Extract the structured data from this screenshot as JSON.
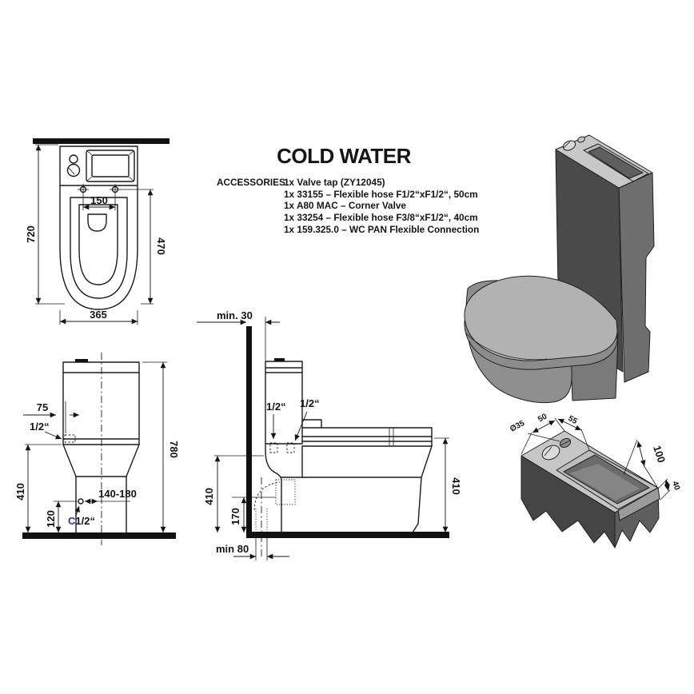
{
  "title": "COLD WATER",
  "accessories": {
    "label": "ACCESSORIES:",
    "items": [
      "1x Valve tap (ZY12045)",
      "1x 33155 – Flexible hose F1/2“xF1/2“, 50cm",
      "1x A80 MAC – Corner Valve",
      "1x 33254 – Flexible hose F3/8“xF1/2“, 40cm",
      "1x 159.325.0 – WC PAN Flexible Connection"
    ]
  },
  "views": {
    "plan": {
      "depth": "720",
      "hole_spacing": "150",
      "hole_to_front": "470",
      "width": "365"
    },
    "front": {
      "tap_offset": "75",
      "tap_size": "1/2“",
      "height_cistern": "410",
      "inlet_height": "120",
      "inlet_range": "140-180",
      "inlet_prefix": "C",
      "inlet_size": "1/2“",
      "height_total": "780"
    },
    "side": {
      "wall_gap": "min. 30",
      "hose_left": "1/2“",
      "hose_right": "1/2“",
      "height_rear": "410",
      "outlet_height": "170",
      "outlet_gap": "min 80",
      "height_seat": "410"
    },
    "detail": {
      "tap_hole": "Ø35",
      "tap_offset_a": "50",
      "tap_offset_b": "55",
      "basin_width": "100",
      "rim_height": "40"
    }
  },
  "colors": {
    "line": "#1a1a1a",
    "accent_blue": "#2233aa",
    "render_light": "#c8c8c8",
    "render_mid": "#8f8f8f",
    "render_dark": "#4a4a4a"
  }
}
